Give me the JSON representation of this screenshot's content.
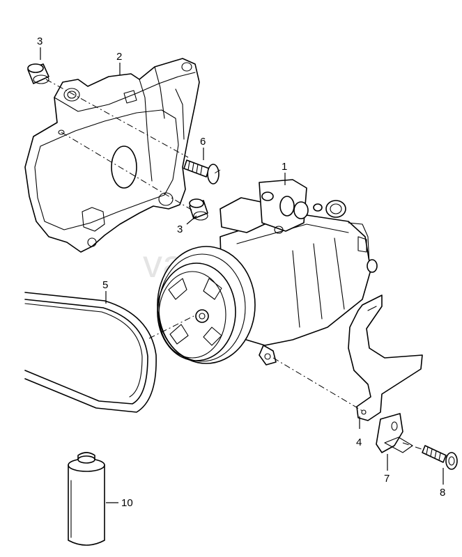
{
  "watermark": "vagtec.ru",
  "callouts": {
    "c1": "1",
    "c2": "2",
    "c3a": "3",
    "c3b": "3",
    "c4": "4",
    "c5": "5",
    "c6": "6",
    "c7": "7",
    "c8": "8",
    "c10": "10"
  }
}
